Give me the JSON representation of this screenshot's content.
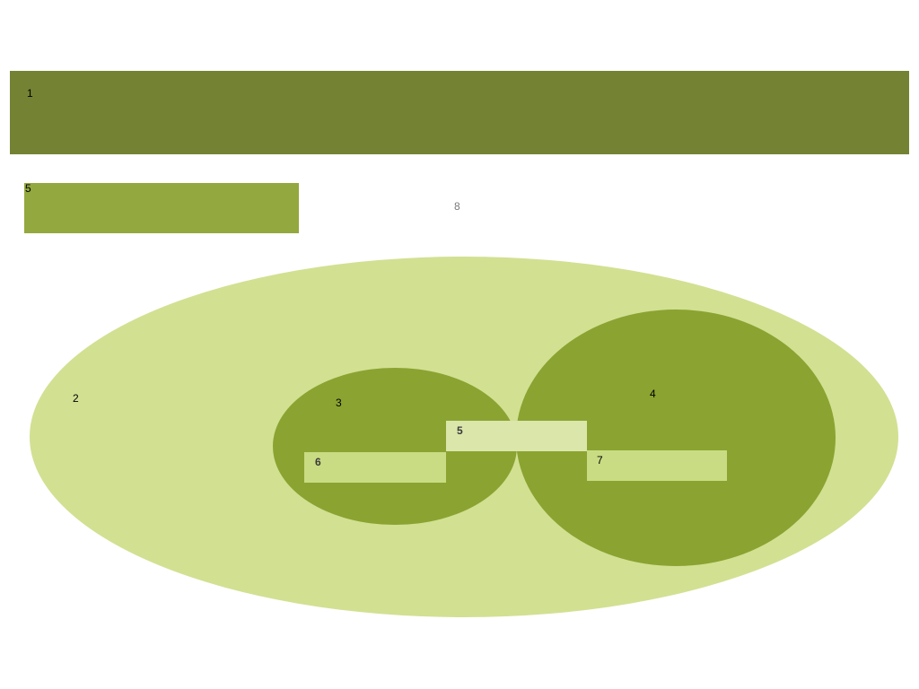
{
  "colors": {
    "top_bar": "#748333",
    "small_bar": "#93a83e",
    "outer_ellipse": "#d2e092",
    "inner_circle": "#8ba331",
    "rect_light": "#dbe6ab",
    "rect_mid": "#c9dc83"
  },
  "labels": {
    "top_bar": "1",
    "small_bar": "5",
    "floating": "8",
    "outer_ellipse": "2",
    "left_circle": "3",
    "right_circle": "4",
    "center_rect": "5",
    "left_rect": "6",
    "right_rect": "7"
  }
}
